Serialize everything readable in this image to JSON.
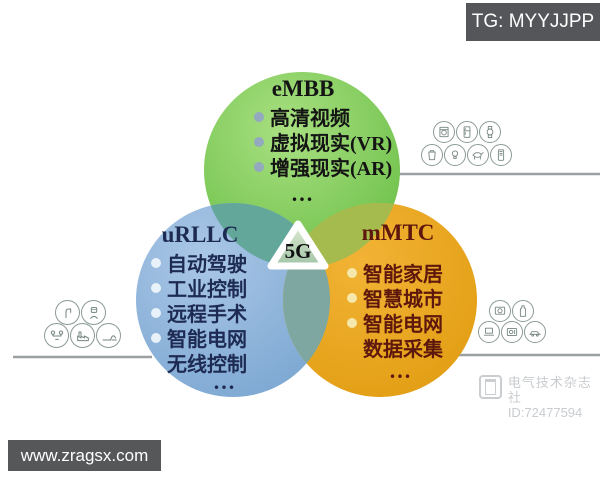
{
  "stamps": {
    "telegram_tag": "TG: MYYJJPP",
    "website": "www.zragsx.com"
  },
  "watermark": {
    "publisher": "电气技术杂志社",
    "id_label": "ID:72477594",
    "color": "#c9cccf"
  },
  "diagram": {
    "center_label": "5G",
    "embb": {
      "title": "eMBB",
      "items": [
        {
          "text": "高清视频",
          "bullet": true
        },
        {
          "text": "虚拟现实(VR)",
          "bullet": true
        },
        {
          "text": "增强现实(AR)",
          "bullet": true
        }
      ],
      "ellipsis": "...",
      "fill": "#7cc655",
      "text_color": "#141414",
      "bullet_color": "#93a9c0"
    },
    "urllc": {
      "title": "uRLLC",
      "items": [
        {
          "text": "自动驾驶",
          "bullet": true
        },
        {
          "text": "工业控制",
          "bullet": true
        },
        {
          "text": "远程手术",
          "bullet": true
        },
        {
          "text": "智能电网",
          "bullet": true
        },
        {
          "text": "无线控制",
          "bullet": false
        }
      ],
      "ellipsis": "...",
      "fill": "#84add8",
      "text_color": "#1d2a52",
      "bullet_color": "#e9f2f9"
    },
    "mmtc": {
      "title": "mMTC",
      "items": [
        {
          "text": "智能家居",
          "bullet": true
        },
        {
          "text": "智慧城市",
          "bullet": true
        },
        {
          "text": "智能电网",
          "bullet": true
        },
        {
          "text": "数据采集",
          "bullet": false
        }
      ],
      "ellipsis": "...",
      "fill": "#e7a41c",
      "text_color": "#5e170c",
      "bullet_color": "#f6e8ab"
    },
    "overlap_colors": {
      "embb_urllc": "#63a79b",
      "embb_mmtc": "#a6bb4e",
      "urllc_mmtc": "#7ea7a2",
      "center": "#8fb597"
    },
    "line_color": "#9aa0a2",
    "banner_bg": "#545659",
    "icon_clusters": {
      "left": [
        "crane-icon",
        "robot-icon",
        "drone-icon",
        "factory-icon",
        "excavator-icon"
      ],
      "right_upper": [
        "washing-machine-icon",
        "refrigerator-icon",
        "smartwatch-icon",
        "trash-bin-icon",
        "lightbulb-icon",
        "cow-icon",
        "smart-meter-icon"
      ],
      "right_lower": [
        "camera-icon",
        "smart-bottle-icon",
        "laptop-icon",
        "microwave-icon",
        "car-icon"
      ]
    }
  }
}
